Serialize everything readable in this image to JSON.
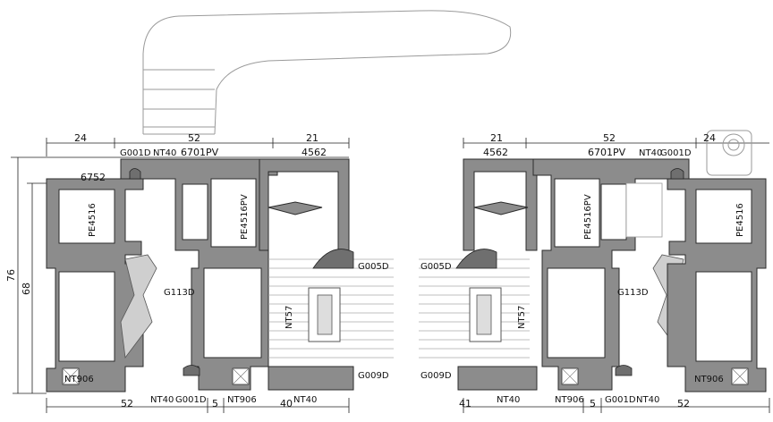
{
  "left_section": {
    "dims": {
      "top_a": "24",
      "top_b": "52",
      "top_c": "21",
      "inner_top": "6752",
      "height_outer": "76",
      "height_inner": "68",
      "bottom_a": "52",
      "bottom_b": "5",
      "bottom_c": "40"
    },
    "codes": {
      "g001d_top": "G001D",
      "nt40_top": "NT40",
      "pv6701": "6701PV",
      "c4562": "4562",
      "pe4516": "PE4516",
      "pe4516pv": "PE4516PV",
      "g005d": "G005D",
      "g113d": "G113D",
      "nt57": "NT57",
      "nt906_a": "NT906",
      "nt906_b": "NT906",
      "g009d": "G009D",
      "nt40_bot_a": "NT40",
      "g001d_bot": "G001D",
      "nt40_bot_b": "NT40"
    }
  },
  "right_section": {
    "dims": {
      "top_c": "21",
      "top_b": "52",
      "top_a": "24",
      "bottom_c": "41",
      "bottom_b": "5",
      "bottom_a": "52"
    },
    "codes": {
      "c4562": "4562",
      "pv6701": "6701PV",
      "nt40_top": "NT40",
      "g001d_top": "G001D",
      "pe4516pv": "PE4516PV",
      "pe4516": "PE4516",
      "g005d": "G005D",
      "g113d": "G113D",
      "nt57": "NT57",
      "g009d": "G009D",
      "nt40_bot_a": "NT40",
      "nt906_a": "NT906",
      "g001d_bot": "G001D",
      "nt40_bot_b": "NT40",
      "nt906_b": "NT906"
    }
  }
}
